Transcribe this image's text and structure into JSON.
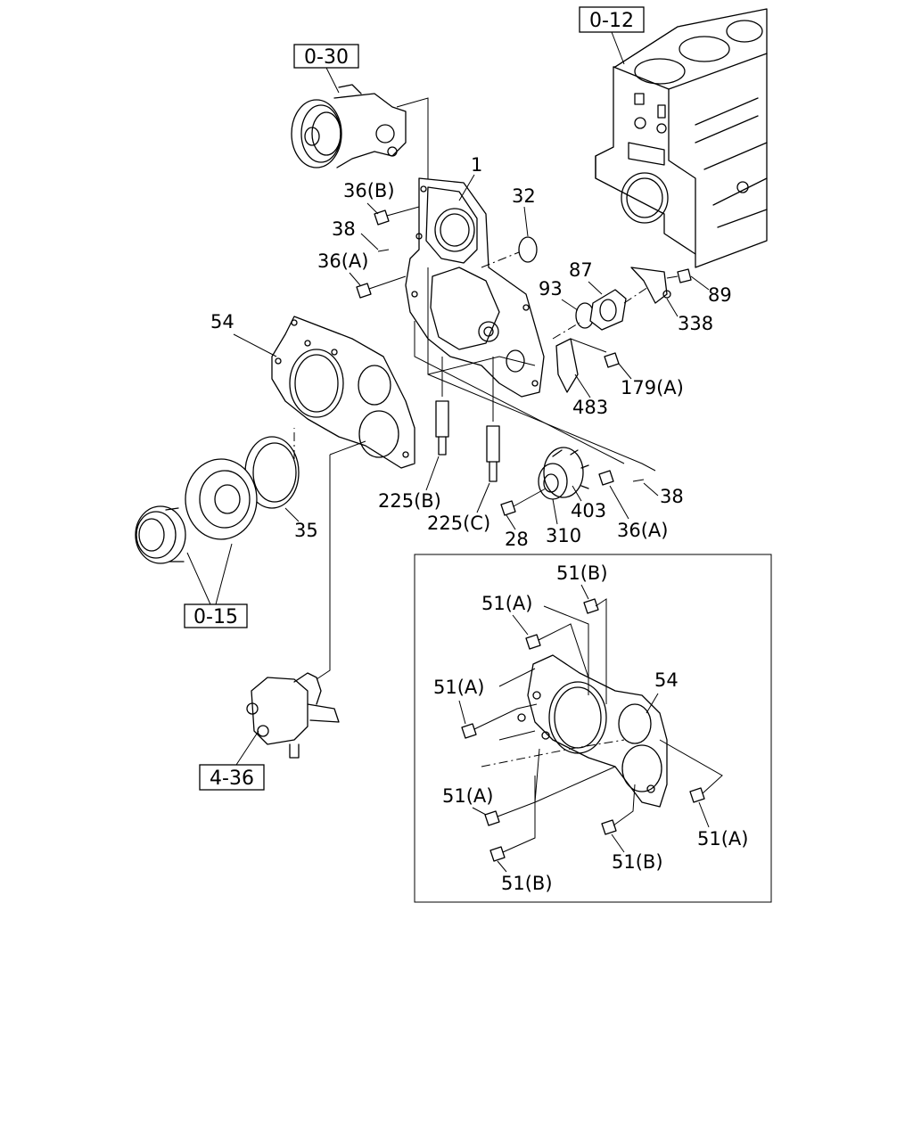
{
  "references": {
    "block": "0-12",
    "pump": "0-30",
    "pulley": "0-15",
    "steering_pump": "4-36"
  },
  "callouts": {
    "c1": "1",
    "c36b": "36(B)",
    "c38a": "38",
    "c36a_top": "36(A)",
    "c32": "32",
    "c87": "87",
    "c89": "89",
    "c93": "93",
    "c338": "338",
    "c54": "54",
    "c179a": "179(A)",
    "c483": "483",
    "c35": "35",
    "c225b": "225(B)",
    "c225c": "225(C)",
    "c28": "28",
    "c310": "310",
    "c403": "403",
    "c36a_bottom": "36(A)",
    "c38b": "38"
  },
  "inset": {
    "c51b_top": "51(B)",
    "c51a_1": "51(A)",
    "c51a_2": "51(A)",
    "c54": "54",
    "c51a_3": "51(A)",
    "c51a_4": "51(A)",
    "c51b_bottom_right": "51(B)",
    "c51b_bottom": "51(B)"
  }
}
